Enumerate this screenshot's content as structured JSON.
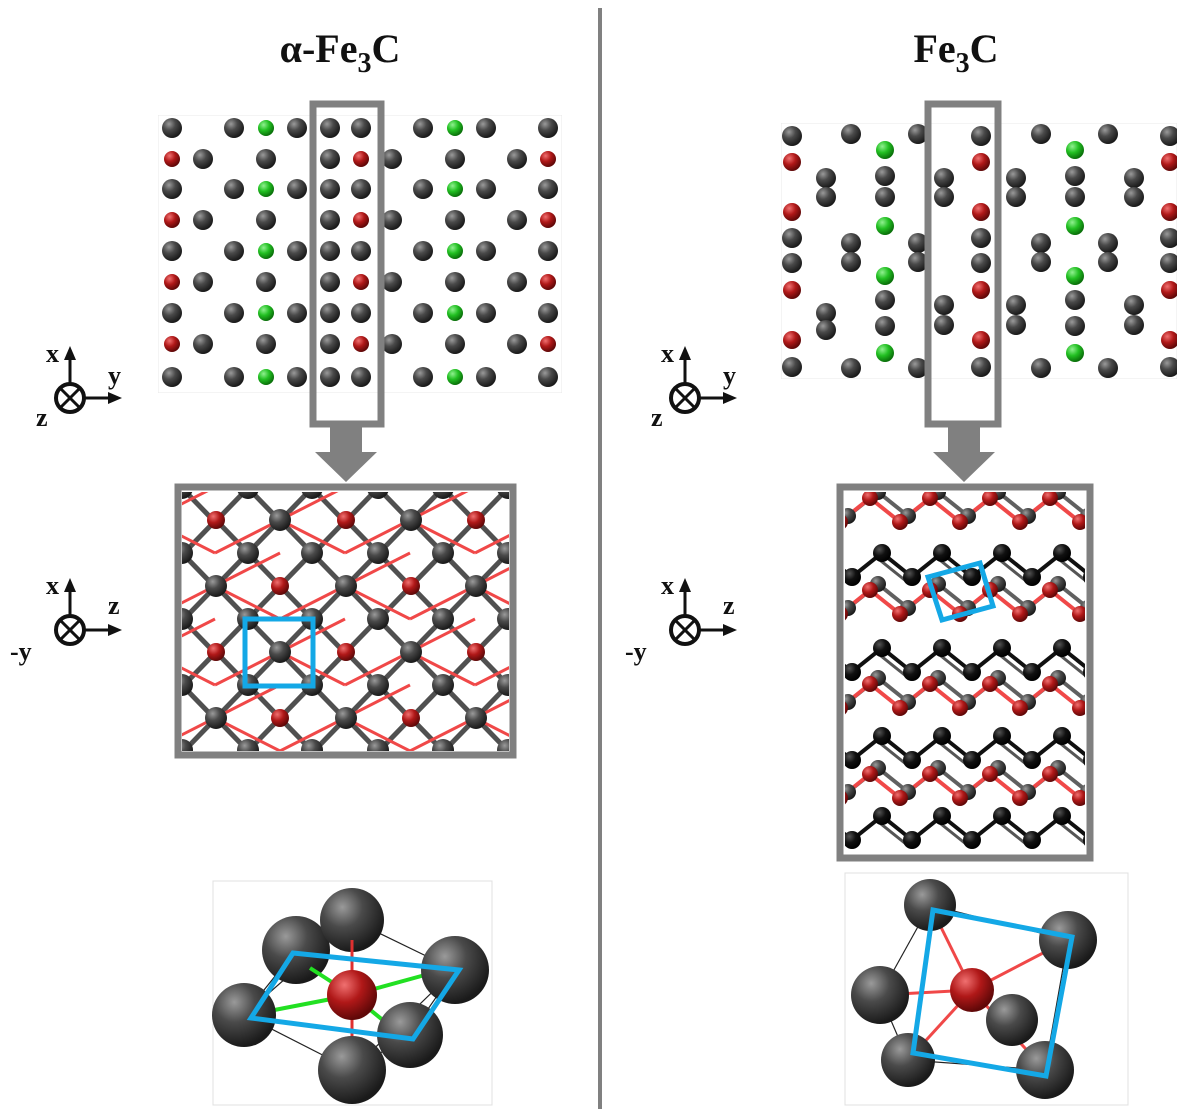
{
  "left_panel": {
    "title_prefix": "α-Fe",
    "title_sub": "3",
    "title_suffix": "C",
    "axes_top": {
      "up": "x",
      "right": "y",
      "into": "z"
    },
    "axes_mid": {
      "up": "x",
      "right": "z",
      "into": "-y"
    }
  },
  "right_panel": {
    "title_prefix": "Fe",
    "title_sub": "3",
    "title_suffix": "C",
    "axes_top": {
      "up": "x",
      "right": "y",
      "into": "z"
    },
    "axes_mid": {
      "up": "x",
      "right": "z",
      "into": "-y"
    }
  },
  "colors": {
    "fe_atom": "#404040",
    "c_atom_red": "#b01818",
    "c_atom_green": "#22c022",
    "bond_red": "#f04848",
    "bond_black": "#101010",
    "highlight_box": "#14a8e6",
    "frame_gray": "#808080",
    "divider": "#808080"
  }
}
